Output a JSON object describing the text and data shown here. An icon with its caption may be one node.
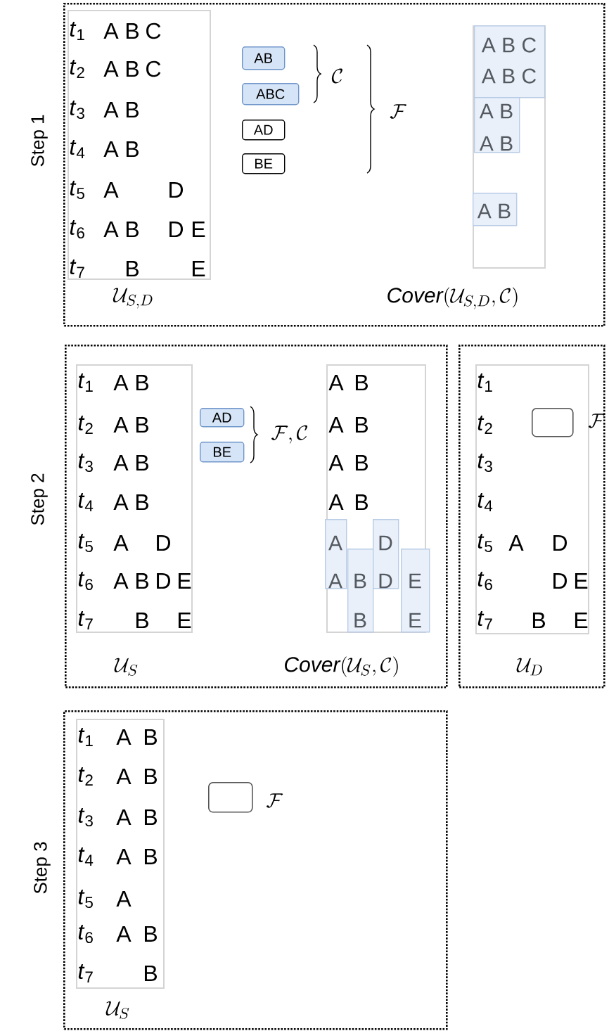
{
  "diagram": {
    "nodes": [
      {
        "text": [
          "Step 1"
        ]
      },
      {
        "text": [],
        "shape": "box",
        "in": 0,
        "beside": [
          "\\mathcal{U}_{S,D}"
        ]
      },
      {
        "text": [
          "AB"
        ],
        "in": 0
      },
      {
        "text": [
          "ABC"
        ],
        "in": 0
      },
      {
        "text": [
          "AD"
        ],
        "in": 0
      },
      {
        "text": [
          "BE"
        ],
        "in": 0
      },
      {
        "text": [],
        "shape": "box",
        "in": 0,
        "beside": [
          "\\mathit{Cover}(\\mathcal{U}_{S,D},\\mathcal{C})"
        ]
      },
      {
        "text": [
          "A B C",
          "A B C"
        ],
        "in": 6
      },
      {
        "text": [
          "A B",
          "A B"
        ],
        "in": 6
      },
      {
        "text": [
          "A B"
        ],
        "in": 6
      },
      {
        "text": [
          "Step 2"
        ]
      },
      {
        "text": [],
        "shape": "box",
        "in": 10,
        "beside": [
          "\\mathcal{U}_{S}"
        ]
      },
      {
        "text": [
          "AD"
        ],
        "in": 10
      },
      {
        "text": [
          "BE"
        ],
        "in": 10
      },
      {
        "text": [],
        "shape": "box",
        "in": 10,
        "beside": [
          "\\mathit{Cover}(\\mathcal{U}_{S},\\mathcal{C})"
        ]
      },
      {
        "text": [
          "A",
          "A"
        ],
        "in": 14
      },
      {
        "text": [
          "B",
          "B"
        ],
        "in": 14
      },
      {
        "text": [
          "D",
          "D"
        ],
        "in": 14
      },
      {
        "text": [
          "E",
          "E"
        ],
        "in": 14
      },
      {
        "text": [],
        "shape": "box"
      },
      {
        "text": [],
        "shape": "box",
        "in": 19,
        "beside": [
          "\\mathcal{U}_{D}"
        ]
      },
      {
        "text": [],
        "shape": "box",
        "in": 20,
        "beside": [
          "\\mathcal{F}"
        ]
      },
      {
        "text": [
          "Step 3"
        ]
      },
      {
        "text": [],
        "shape": "box",
        "in": 22,
        "beside": [
          "\\mathcal{U}_{S}"
        ]
      },
      {
        "text": [],
        "shape": "box",
        "in": 22,
        "beside": [
          "\\mathcal{F}"
        ]
      }
    ],
    "labels": [
      "*t*$_{1}$",
      "A",
      "B",
      "C",
      "*t*$_{2}$",
      "A",
      "B",
      "C",
      "*t*$_{3}$",
      "A",
      "B",
      "*t*$_{4}$",
      "A",
      "B",
      "*t*$_{5}$",
      "A",
      "D",
      "*t*$_{6}$",
      "A",
      "B",
      "D",
      "E",
      "*t*$_{7}$",
      "B",
      "E",
      "\\mathcal{C}",
      "\\mathcal{F}",
      "*t*$_{1}$",
      "A",
      "B",
      "*t*$_{2}$",
      "A",
      "B",
      "*t*$_{3}$",
      "A",
      "B",
      "*t*$_{4}$",
      "A",
      "B",
      "*t*$_{5}$",
      "A",
      "D",
      "*t*$_{6}$",
      "A",
      "B",
      "D",
      "E",
      "*t*$_{7}$",
      "B",
      "E",
      "\\mathcal{F},\\mathcal{C}",
      "A",
      "B",
      "A",
      "B",
      "A",
      "B",
      "A",
      "B",
      "*t*$_{1}$",
      "*t*$_{2}$",
      "*t*$_{3}$",
      "*t*$_{4}$",
      "*t*$_{5}$",
      "A",
      "D",
      "*t*$_{6}$",
      "D",
      "E",
      "*t*$_{7}$",
      "B",
      "E",
      "*t*$_{1}$",
      "A",
      "B",
      "*t*$_{2}$",
      "A",
      "B",
      "*t*$_{3}$",
      "A",
      "B",
      "*t*$_{4}$",
      "A",
      "B",
      "*t*$_{5}$",
      "A",
      "*t*$_{6}$",
      "A",
      "B",
      "*t*$_{7}$",
      "B"
    ]
  }
}
